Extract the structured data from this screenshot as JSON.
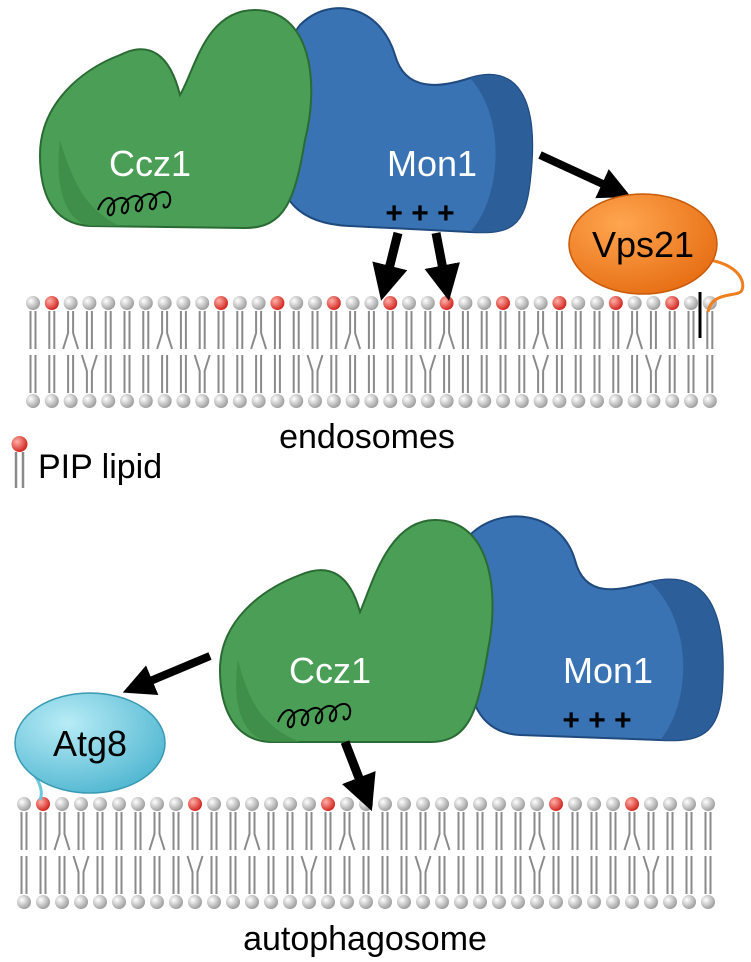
{
  "panels": [
    {
      "id": "endosome-panel",
      "proteins": {
        "left": "Ccz1",
        "right": "Mon1",
        "charge": "+ + +"
      },
      "partner": "Vps21",
      "membrane_label": "endosomes",
      "pip_positions": [
        1,
        10,
        13,
        16,
        19,
        22,
        25,
        28,
        31,
        34
      ]
    },
    {
      "id": "autophagosome-panel",
      "proteins": {
        "left": "Ccz1",
        "right": "Mon1",
        "charge": "+ + +"
      },
      "partner": "Atg8",
      "membrane_label": "autophagosome",
      "pip_positions": [
        1,
        9,
        16,
        28,
        32
      ]
    }
  ],
  "legend": {
    "label": "PIP lipid"
  },
  "colors": {
    "ccz1_fill": "#4a9e55",
    "ccz1_dark": "#2f7a3a",
    "mon1_fill": "#3a73b3",
    "mon1_dark": "#275690",
    "vps21_fill": "#f07f1e",
    "atg8_fill": "#6cc6dc",
    "pip_head": "#e0382e",
    "lipid_head": "#c8c8c8",
    "tail": "#8a8a8a"
  }
}
